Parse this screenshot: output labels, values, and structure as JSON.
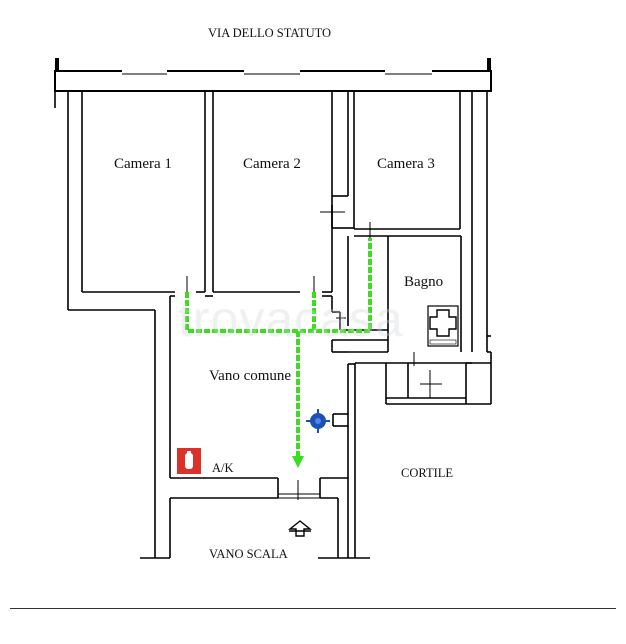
{
  "labels": {
    "street": "VIA DELLO STATUTO",
    "room1": "Camera 1",
    "room2": "Camera 2",
    "room3": "Camera 3",
    "bath": "Bagno",
    "common": "Vano comune",
    "courtyard": "CORTILE",
    "stairs": "VANO SCALA",
    "extinguisher": "A/K"
  },
  "watermark": "trovacasa",
  "icons": {
    "extinguisher": "fire-extinguisher-icon",
    "first_aid": "first-aid-kit-icon",
    "you_are_here": "you-are-here-marker-icon",
    "exit": "exit-arrow-icon"
  },
  "colors": {
    "wall": "#000000",
    "route": "#3ddc1f",
    "extinguisher": "#d9322b",
    "marker": "#1e4fb5",
    "background": "#ffffff"
  }
}
